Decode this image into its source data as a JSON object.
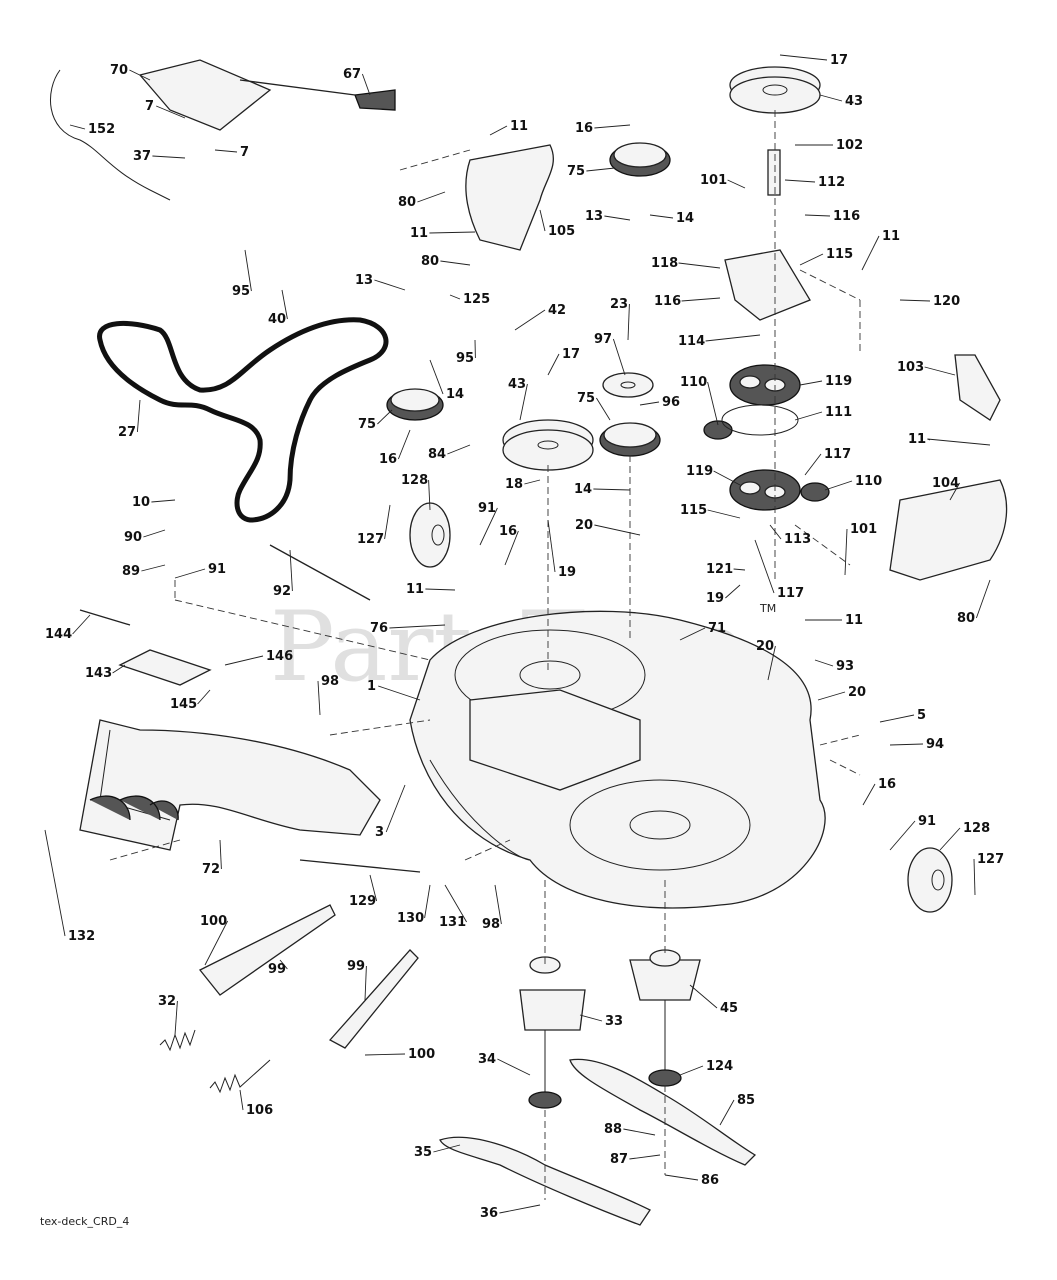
{
  "diagram": {
    "watermark": "PartsTree",
    "trademark": "TM",
    "drawing_code": "tex-deck_CRD_4",
    "labels": [
      "1",
      "3",
      "5",
      "7",
      "10",
      "11",
      "13",
      "14",
      "16",
      "17",
      "18",
      "19",
      "20",
      "23",
      "27",
      "32",
      "33",
      "34",
      "35",
      "36",
      "37",
      "40",
      "42",
      "43",
      "45",
      "67",
      "70",
      "71",
      "72",
      "75",
      "76",
      "80",
      "84",
      "85",
      "86",
      "87",
      "88",
      "89",
      "90",
      "91",
      "92",
      "93",
      "94",
      "95",
      "96",
      "97",
      "98",
      "99",
      "100",
      "101",
      "102",
      "103",
      "104",
      "105",
      "106",
      "110",
      "111",
      "112",
      "113",
      "114",
      "115",
      "116",
      "117",
      "118",
      "119",
      "120",
      "121",
      "124",
      "125",
      "127",
      "128",
      "129",
      "130",
      "131",
      "132",
      "143",
      "144",
      "145",
      "146",
      "152"
    ]
  }
}
